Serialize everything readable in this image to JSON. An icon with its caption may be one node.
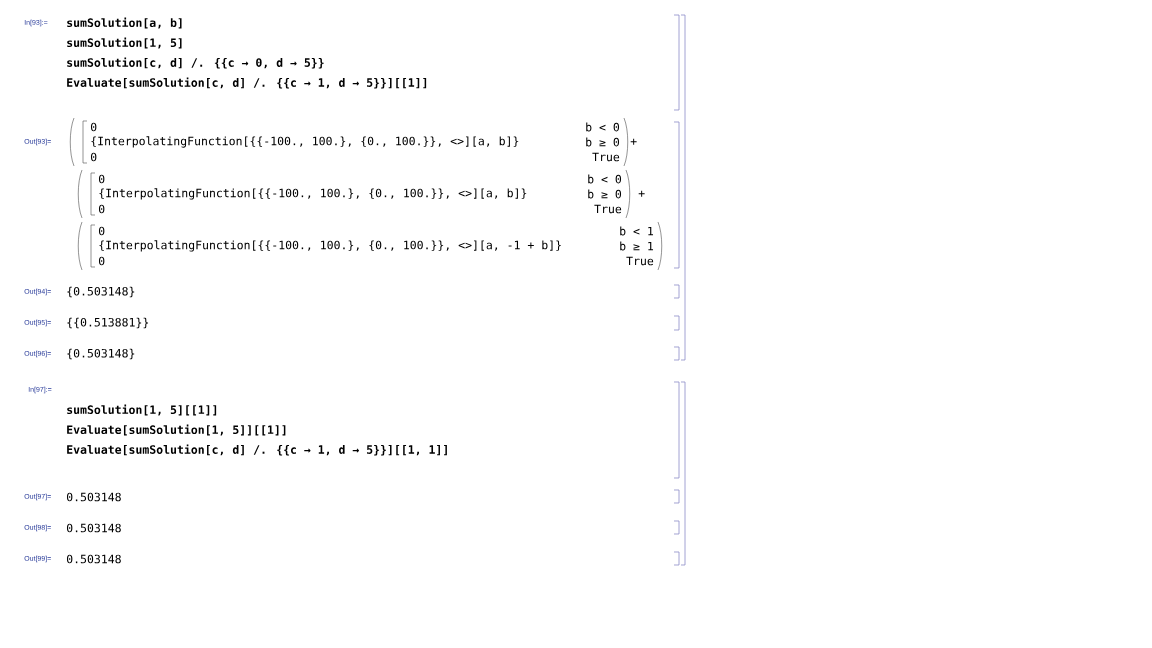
{
  "diagram": {
    "labels": [
      "In[93]:=",
      "sumSolution[a, b]",
      "sumSolution[1, 5]",
      "sumSolution[c, d] /. {{c → 0, d → 5}}",
      "Evaluate[sumSolution[c, d] /. {{c → 1, d → 5}}][[1]]",
      "Out[93]=",
      "0",
      "b < 0",
      "{InterpolatingFunction[{{-100., 100.}, {0., 100.}}, <>][a, b]}",
      "b ≥ 0",
      "0",
      "True",
      "+",
      "0",
      "b < 0",
      "{InterpolatingFunction[{{-100., 100.}, {0., 100.}}, <>][a, b]}",
      "b ≥ 0",
      "0",
      "True",
      "+",
      "0",
      "b < 1",
      "{InterpolatingFunction[{{-100., 100.}, {0., 100.}}, <>][a, -1 + b]}",
      "b ≥ 1",
      "0",
      "True",
      "Out[94]=",
      "{0.503148}",
      "Out[95]=",
      "{{0.513881}}",
      "Out[96]=",
      "{0.503148}",
      "In[97]:=",
      "sumSolution[1, 5][[1]]",
      "Evaluate[sumSolution[1, 5]][[1]]",
      "Evaluate[sumSolution[c, d] /. {{c → 1, d → 5}}][[1, 1]]",
      "Out[97]=",
      "0.503148",
      "Out[98]=",
      "0.503148",
      "Out[99]=",
      "0.503148"
    ]
  }
}
